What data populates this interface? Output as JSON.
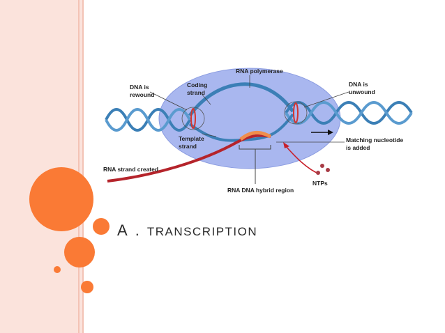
{
  "slide": {
    "title_letter": "A",
    "title_separator": ".",
    "title_text": "TRANSCRIPTION"
  },
  "diagram": {
    "labels": {
      "rna_polymerase": "RNA polymerase",
      "dna_rewound_1": "DNA is",
      "dna_rewound_2": "rewound",
      "coding_strand_1": "Coding",
      "coding_strand_2": "strand",
      "dna_unwound_1": "DNA is",
      "dna_unwound_2": "unwound",
      "template_strand_1": "Template",
      "template_strand_2": "strand",
      "matching_1": "Matching nucleotide",
      "matching_2": "is added",
      "rna_strand": "RNA strand created",
      "ntps": "NTPs",
      "hybrid": "RNA DNA hybrid region"
    }
  },
  "colors": {
    "accent": "#fa7a35",
    "band": "#fbe3dc",
    "polymerase": "#a9b7ef",
    "dna": "#3b7fb6",
    "rna": "#b5242b"
  }
}
